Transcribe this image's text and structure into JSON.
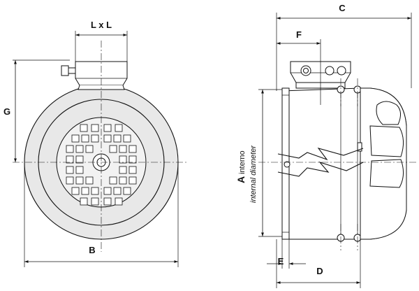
{
  "dimensions": {
    "lxl": "L x L",
    "g": "G",
    "b": "B",
    "c": "C",
    "f": "F",
    "a": "A",
    "a_it": "interno",
    "a_en": "internal diameter",
    "e": "E",
    "d": "D"
  }
}
